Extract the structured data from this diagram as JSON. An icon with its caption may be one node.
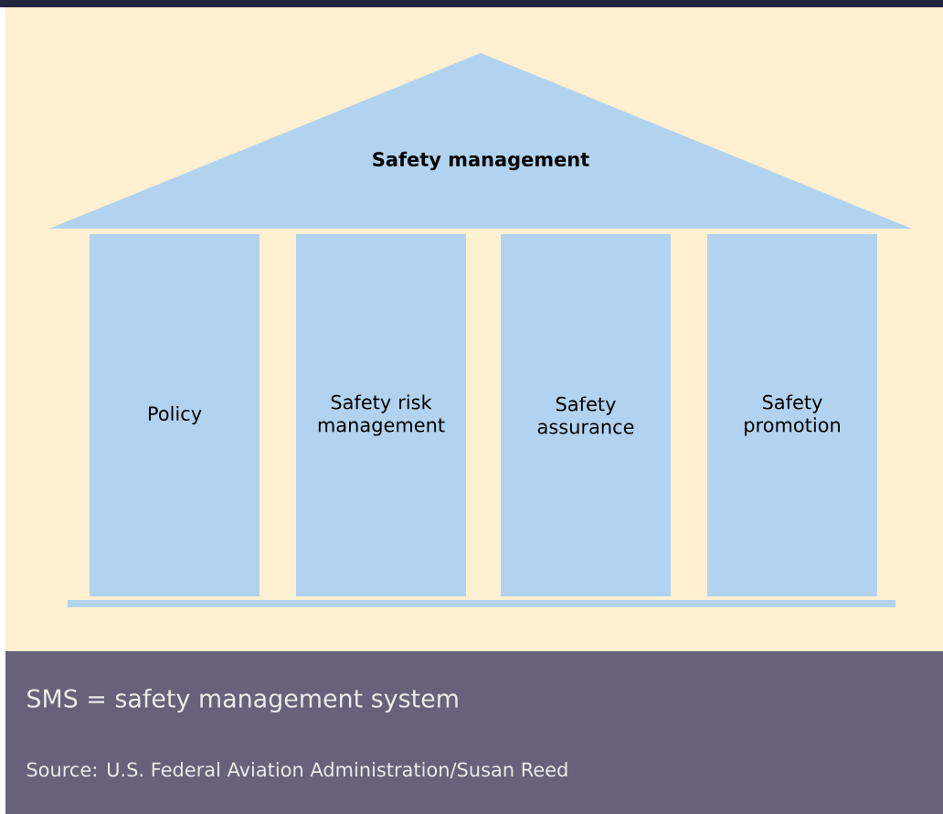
{
  "diagram": {
    "nodes": [
      {
        "text": [
          "Safety management"
        ]
      },
      {
        "text": [
          "Policy"
        ]
      },
      {
        "text": [
          "Safety risk management"
        ]
      },
      {
        "text": [
          "Safety assurance"
        ]
      },
      {
        "text": [
          "Safety promotion"
        ]
      }
    ],
    "labels": [
      "SMS = safety management system",
      "Source: U.S. Federal Aviation Administration/Susan Reed"
    ]
  }
}
